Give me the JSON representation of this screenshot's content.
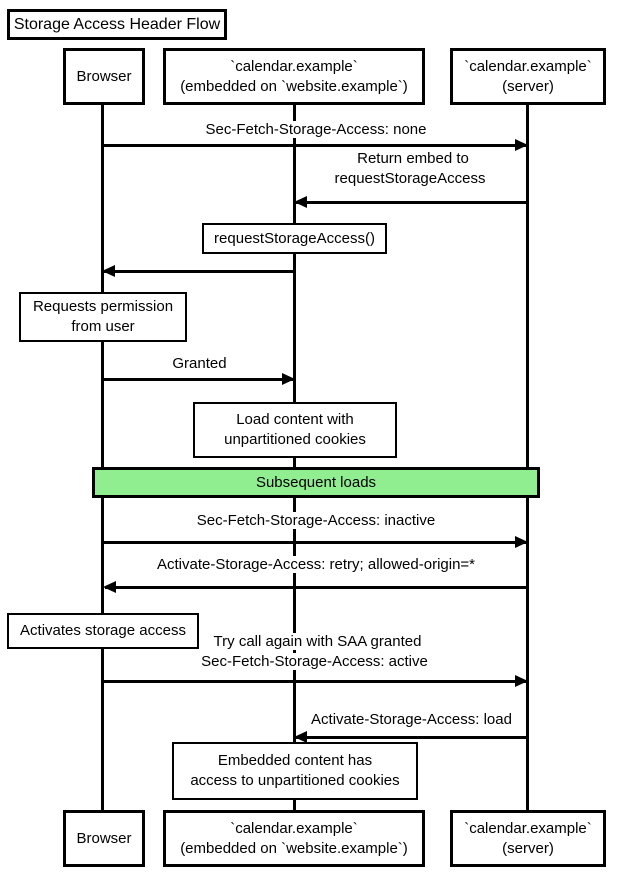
{
  "title": "Storage Access Header Flow",
  "participants": [
    {
      "id": "browser",
      "label": "Browser"
    },
    {
      "id": "embedded",
      "label": "`calendar.example`\n(embedded on `website.example`)"
    },
    {
      "id": "server",
      "label": "`calendar.example`\n(server)"
    }
  ],
  "messages": [
    {
      "label": "Sec-Fetch-Storage-Access: none",
      "from": "browser",
      "to": "server"
    },
    {
      "label": "Return embed to\nrequestStorageAccess",
      "from": "server",
      "to": "embedded"
    },
    {
      "label": "",
      "from": "embedded",
      "to": "browser"
    },
    {
      "label": "Granted",
      "from": "browser",
      "to": "embedded"
    },
    {
      "label": "Sec-Fetch-Storage-Access: inactive",
      "from": "browser",
      "to": "server"
    },
    {
      "label": "Activate-Storage-Access: retry; allowed-origin=*",
      "from": "server",
      "to": "browser"
    },
    {
      "label": "Try call again with SAA granted\nSec-Fetch-Storage-Access: active",
      "from": "browser",
      "to": "server"
    },
    {
      "label": "Activate-Storage-Access: load",
      "from": "server",
      "to": "embedded"
    }
  ],
  "notes": [
    {
      "label": "requestStorageAccess()",
      "over": "embedded"
    },
    {
      "label": "Requests permission\nfrom user",
      "over": "browser"
    },
    {
      "label": "Load content with\nunpartitioned cookies",
      "over": "embedded"
    },
    {
      "label": "Activates storage access",
      "over": "browser"
    },
    {
      "label": "Embedded content has\naccess to unpartitioned cookies",
      "over": "embedded"
    }
  ],
  "band": {
    "label": "Subsequent loads",
    "fill": "#90ee90"
  },
  "colors": {
    "background": "#ffffff",
    "line": "#000000",
    "note_fill": "#ffffff",
    "band_fill": "#90ee90"
  }
}
